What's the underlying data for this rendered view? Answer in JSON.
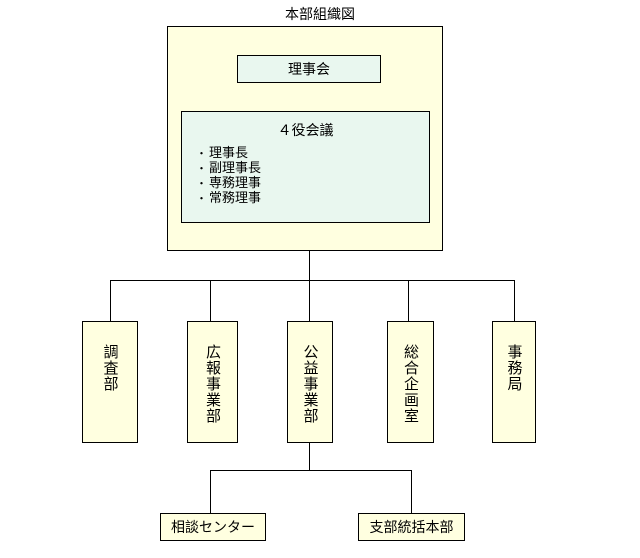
{
  "title": "本部組織図",
  "board": "理事会",
  "meeting": {
    "title": "４役会議",
    "members": [
      "理事長",
      "副理事長",
      "専務理事",
      "常務理事"
    ]
  },
  "departments": [
    "調査部",
    "広報事業部",
    "公益事業部",
    "総合企画室",
    "事務局"
  ],
  "sub_units": [
    "相談センター",
    "支部統括本部"
  ]
}
